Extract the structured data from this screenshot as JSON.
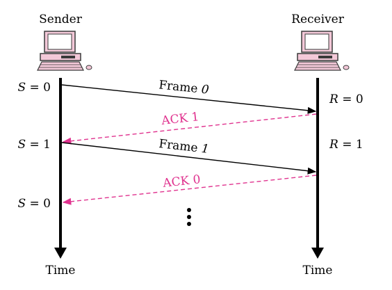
{
  "sender": {
    "title": "Sender",
    "states": [
      {
        "var": "S",
        "value": "0"
      },
      {
        "var": "S",
        "value": "1"
      },
      {
        "var": "S",
        "value": "0"
      }
    ],
    "time_label": "Time"
  },
  "receiver": {
    "title": "Receiver",
    "states": [
      {
        "var": "R",
        "value": "0"
      },
      {
        "var": "R",
        "value": "1"
      }
    ],
    "time_label": "Time"
  },
  "messages": [
    {
      "label_text": "Frame",
      "label_num": "0",
      "direction": "sender-to-receiver"
    },
    {
      "label_text": "ACK",
      "label_num": "1",
      "direction": "receiver-to-sender"
    },
    {
      "label_text": "Frame",
      "label_num": "1",
      "direction": "sender-to-receiver"
    },
    {
      "label_text": "ACK",
      "label_num": "0",
      "direction": "receiver-to-sender"
    }
  ],
  "colors": {
    "frame": "#000000",
    "ack": "#e0338f",
    "computer_body": "#f3c8d8",
    "computer_outline": "#3a3a3a",
    "screen": "#ffffff"
  },
  "continuation_icon": "vertical-ellipsis-icon"
}
